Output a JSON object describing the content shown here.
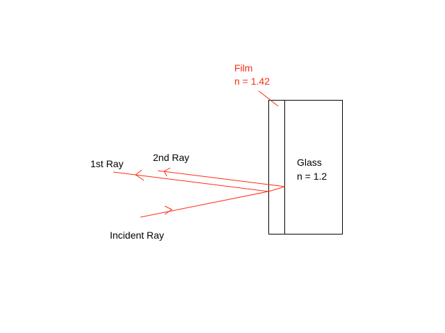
{
  "colors": {
    "ray": "#ff2a10",
    "outline": "#000000",
    "film_label": "#ff2a10"
  },
  "labels": {
    "film_name": "Film",
    "film_index": "n = 1.42",
    "glass_name": "Glass",
    "glass_index": "n = 1.2",
    "first_ray": "1st Ray",
    "second_ray": "2nd Ray",
    "incident_ray": "Incident Ray"
  }
}
